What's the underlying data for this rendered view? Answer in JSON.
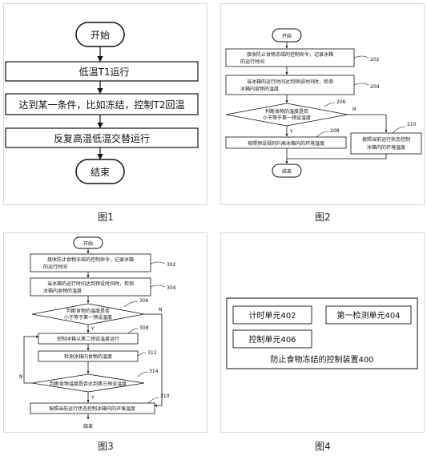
{
  "captions": {
    "fig1": "图1",
    "fig2": "图2",
    "fig3": "图3",
    "fig4": "图4"
  },
  "fig1": {
    "start": "开始",
    "step1": "低温T1运行",
    "step2": "达到某一条件，比如冻结，控制T2回温",
    "step3": "反复高温低温交替运行",
    "end": "结束"
  },
  "fig2": {
    "start": "开始",
    "b202_l1": "接收防止食物冻结的控制命令，记录冰箱",
    "b202_l2": "的运行时间",
    "b204_l1": "当冰箱的运行时间达到预设时间时，检测",
    "b204_l2": "冰箱内食物的温度",
    "d206_l1": "判断食物的温度是否",
    "d206_l2": "小于等于第一预设温度",
    "yes": "Y",
    "no": "N",
    "b208": "按照预设规则升高冰箱内的环境温度",
    "b210_l1": "按照当前运行状态控制",
    "b210_l2": "冰箱内的环境温度",
    "end": "结束",
    "ref202": "202",
    "ref204": "204",
    "ref206": "206",
    "ref208": "208",
    "ref210": "210"
  },
  "fig3": {
    "start": "开始",
    "b302_l1": "接收防止食物冻结的控制命令，记录冰箱",
    "b302_l2": "的运行时间",
    "b304_l1": "当冰箱的运行时间达到预设时间时，检测",
    "b304_l2": "冰箱内食物的温度",
    "d306_l1": "判断食物的温度是否",
    "d306_l2": "小于等于第一预设温度",
    "b308": "控制冰箱以第二预设温度运行",
    "b312": "检测冰箱内食物的温度",
    "d314": "判断食物温度是否达到第三预设温度",
    "b310": "按照当前运行状态控制冰箱内的环境温度",
    "end": "结束",
    "yes": "Y",
    "no": "N",
    "ref302": "302",
    "ref304": "304",
    "ref306": "306",
    "ref308": "308",
    "ref312": "312",
    "ref314": "314",
    "ref310": "310"
  },
  "fig4": {
    "timer": "计时单元402",
    "detect": "第一检测单元404",
    "control": "控制单元406",
    "device": "防止食物冻结的控制装置400"
  }
}
